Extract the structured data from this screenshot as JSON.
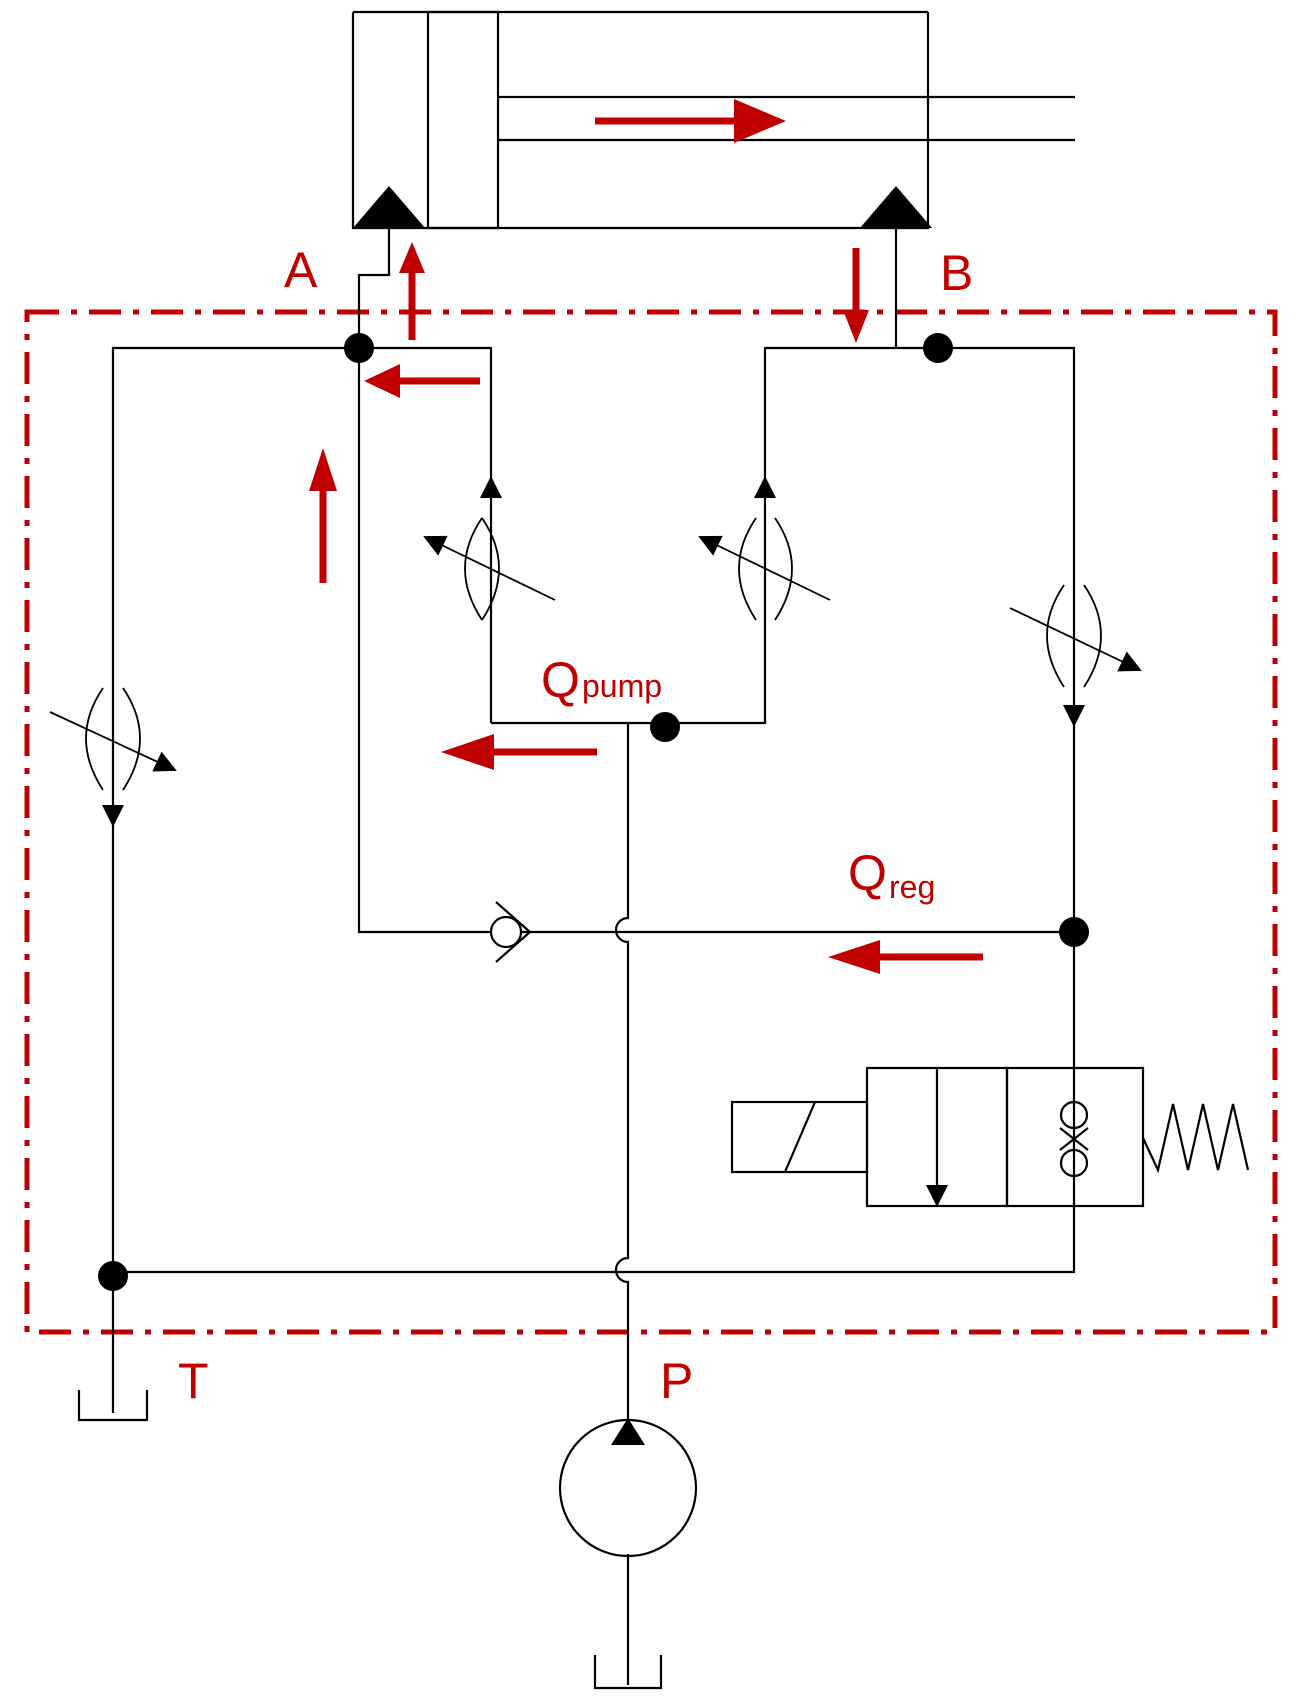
{
  "labels": {
    "port_a": "A",
    "port_b": "B",
    "port_t": "T",
    "port_p": "P",
    "q_pump_main": "Q",
    "q_pump_sub": "pump",
    "q_reg_main": "Q",
    "q_reg_sub": "reg"
  },
  "colors": {
    "accent": "#c00000",
    "line": "#000000",
    "background": "#ffffff"
  },
  "icons": {
    "cylinder": "double-acting-cylinder",
    "pump": "fixed-displacement-pump",
    "tank": "tank-symbol",
    "check_valve": "check-valve",
    "regulating_valve": "solenoid-2-position-valve",
    "throttle": "adjustable-throttle",
    "boundary": "dash-dot-boundary"
  }
}
